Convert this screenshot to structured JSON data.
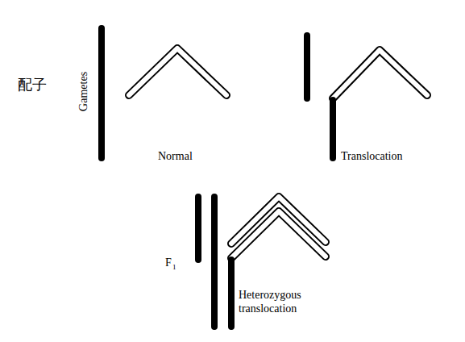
{
  "diagram": {
    "labels": [
      "配子",
      "Gametes",
      "Normal",
      "Translocation",
      "Heterozygous translocation",
      "F",
      "1"
    ]
  }
}
